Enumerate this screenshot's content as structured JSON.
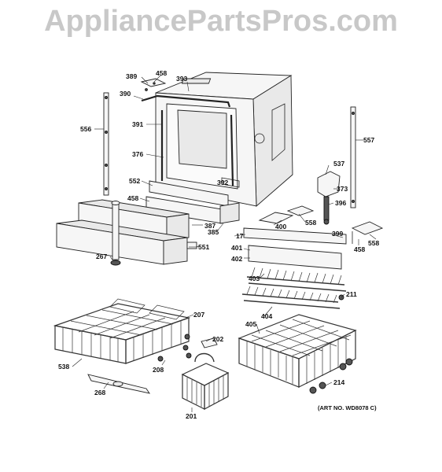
{
  "watermark": "AppliancePartsPros.com",
  "art_number": "(ART NO. WD8078 C)",
  "labels": [
    {
      "id": "389",
      "text": "389"
    },
    {
      "id": "458a",
      "text": "458"
    },
    {
      "id": "393",
      "text": "393"
    },
    {
      "id": "390",
      "text": "390"
    },
    {
      "id": "556",
      "text": "556"
    },
    {
      "id": "391",
      "text": "391"
    },
    {
      "id": "557",
      "text": "557"
    },
    {
      "id": "376",
      "text": "376"
    },
    {
      "id": "537",
      "text": "537"
    },
    {
      "id": "552",
      "text": "552"
    },
    {
      "id": "392",
      "text": "392"
    },
    {
      "id": "373",
      "text": "373"
    },
    {
      "id": "458b",
      "text": "458"
    },
    {
      "id": "396",
      "text": "396"
    },
    {
      "id": "400",
      "text": "400"
    },
    {
      "id": "558a",
      "text": "558"
    },
    {
      "id": "385",
      "text": "385"
    },
    {
      "id": "387",
      "text": "387"
    },
    {
      "id": "17",
      "text": "17"
    },
    {
      "id": "399",
      "text": "399"
    },
    {
      "id": "551",
      "text": "551"
    },
    {
      "id": "401",
      "text": "401"
    },
    {
      "id": "458c",
      "text": "458"
    },
    {
      "id": "558b",
      "text": "558"
    },
    {
      "id": "402",
      "text": "402"
    },
    {
      "id": "267",
      "text": "267"
    },
    {
      "id": "403",
      "text": "403"
    },
    {
      "id": "211",
      "text": "211"
    },
    {
      "id": "207",
      "text": "207"
    },
    {
      "id": "404",
      "text": "404"
    },
    {
      "id": "405",
      "text": "405"
    },
    {
      "id": "202",
      "text": "202"
    },
    {
      "id": "538",
      "text": "538"
    },
    {
      "id": "208",
      "text": "208"
    },
    {
      "id": "214",
      "text": "214"
    },
    {
      "id": "268",
      "text": "268"
    },
    {
      "id": "201",
      "text": "201"
    }
  ]
}
